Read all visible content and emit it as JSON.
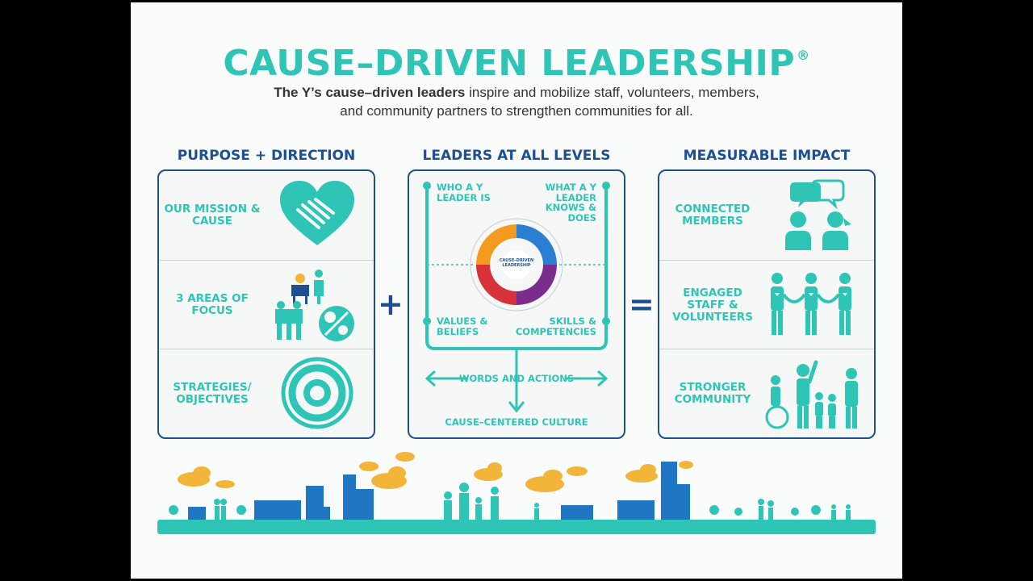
{
  "title": "CAUSE–DRIVEN LEADERSHIP",
  "title_mark": "®",
  "subtitle": {
    "bold": "The Y’s cause–driven leaders",
    "line1_rest": " inspire and mobilize staff, volunteers, members,",
    "line2": "and community partners to strengthen communities for all."
  },
  "columns": {
    "left": {
      "heading": "PURPOSE + DIRECTION",
      "rows": [
        {
          "label": "OUR MISSION & CAUSE",
          "icon": "heart-hands-icon"
        },
        {
          "label": "3 AREAS OF FOCUS",
          "icon": "areas-of-focus-icon"
        },
        {
          "label": "STRATEGIES/ OBJECTIVES",
          "icon": "target-icon"
        }
      ]
    },
    "center": {
      "heading": "LEADERS AT ALL LEVELS",
      "top_left": "WHO A Y LEADER IS",
      "top_right": "WHAT A Y LEADER KNOWS & DOES",
      "bottom_left": "VALUES & BELIEFS",
      "bottom_right": "SKILLS & COMPETENCIES",
      "wheel_center": "CAUSE–DRIVEN LEADERSHIP",
      "words_actions": "WORDS AND ACTIONS",
      "culture": "CAUSE–CENTERED CULTURE"
    },
    "right": {
      "heading": "MEASURABLE IMPACT",
      "rows": [
        {
          "label": "CONNECTED MEMBERS",
          "icon": "connected-people-icon"
        },
        {
          "label": "ENGAGED STAFF & VOLUNTEERS",
          "icon": "linked-people-icon"
        },
        {
          "label": "STRONGER COMMUNITY",
          "icon": "community-group-icon"
        }
      ]
    }
  },
  "operators": {
    "plus": "+",
    "equals": "="
  },
  "colors": {
    "teal": "#2ec4b6",
    "navy": "#1d4f91",
    "yellow": "#f2b53a",
    "blue": "#2b7fd3"
  }
}
